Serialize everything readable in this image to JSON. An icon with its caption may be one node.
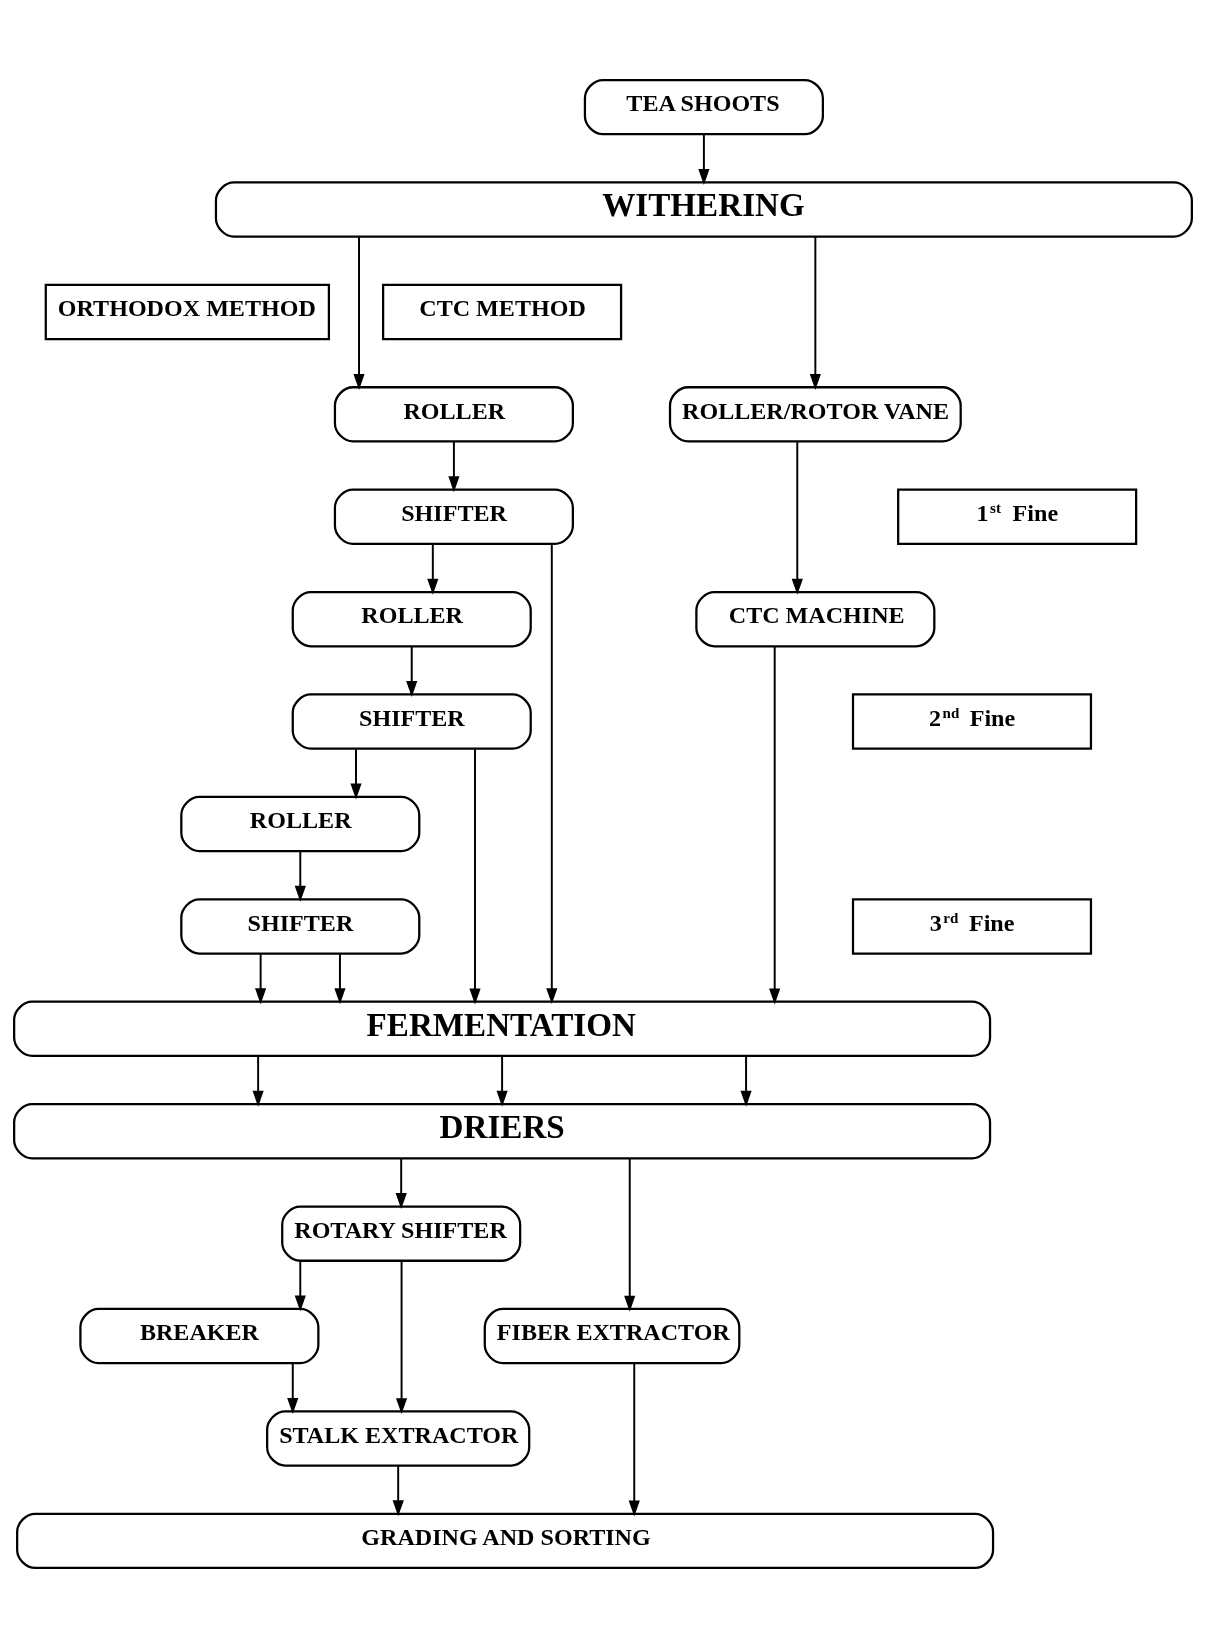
{
  "diagram": {
    "nodes": [
      {
        "text": [
          "TEA SHOOTS"
        ]
      },
      {
        "text": [
          "WITHERING"
        ]
      },
      {
        "text": [
          "ORTHODOX METHOD"
        ]
      },
      {
        "text": [
          "CTC METHOD"
        ]
      },
      {
        "text": [
          "ROLLER"
        ]
      },
      {
        "text": [
          "1$^{st}$ Fine"
        ]
      },
      {
        "text": [
          "SHIFTER"
        ]
      },
      {
        "text": [
          "ROLLER"
        ]
      },
      {
        "text": [
          "2$^{nd}$ Fine"
        ]
      },
      {
        "text": [
          "SHIFTER"
        ]
      },
      {
        "text": [
          "ROLLER"
        ]
      },
      {
        "text": [
          "3$^{rd}$ Fine"
        ]
      },
      {
        "text": [
          "SHIFTER"
        ]
      },
      {
        "text": [
          "ROLLER/ROTOR VANE"
        ]
      },
      {
        "text": [
          "CTC MACHINE"
        ]
      },
      {
        "text": [
          "FERMENTATION"
        ]
      },
      {
        "text": [
          "DRIERS"
        ]
      },
      {
        "text": [
          "ROTARY SHIFTER"
        ]
      },
      {
        "text": [
          "FIBER EXTRACTOR"
        ]
      },
      {
        "text": [
          "BREAKER"
        ]
      },
      {
        "text": [
          "STALK EXTRACTOR"
        ]
      },
      {
        "text": [
          "GRADING AND SORTING"
        ]
      }
    ],
    "edges": [
      {
        "from": 0,
        "to": 1,
        "arrow": "to"
      },
      {
        "from": 1,
        "to": 4,
        "arrow": "to"
      },
      {
        "from": 1,
        "to": 13,
        "arrow": "to"
      },
      {
        "from": 4,
        "to": 6,
        "arrow": "to"
      },
      {
        "from": 6,
        "to": 7,
        "arrow": "to"
      },
      {
        "from": 7,
        "to": 9,
        "arrow": "to"
      },
      {
        "from": 9,
        "to": 10,
        "arrow": "to"
      },
      {
        "from": 10,
        "to": 12,
        "arrow": "to"
      },
      {
        "from": 6,
        "to": 15,
        "arrow": "to"
      },
      {
        "from": 9,
        "to": 15,
        "arrow": "to"
      },
      {
        "from": 12,
        "to": 15,
        "arrow": "to"
      },
      {
        "from": 12,
        "to": 15,
        "arrow": "to"
      },
      {
        "from": 13,
        "to": 14,
        "arrow": "to"
      },
      {
        "from": 14,
        "to": 15,
        "arrow": "to"
      },
      {
        "from": 15,
        "to": 16,
        "arrow": "to"
      },
      {
        "from": 15,
        "to": 16,
        "arrow": "to"
      },
      {
        "from": 15,
        "to": 16,
        "arrow": "to"
      },
      {
        "from": 16,
        "to": 17,
        "arrow": "to"
      },
      {
        "from": 16,
        "to": 18,
        "arrow": "to"
      },
      {
        "from": 17,
        "to": 19,
        "arrow": "to"
      },
      {
        "from": 17,
        "to": 20,
        "arrow": "to"
      },
      {
        "from": 19,
        "to": 20,
        "arrow": "to"
      },
      {
        "from": 20,
        "to": 21,
        "arrow": "to"
      },
      {
        "from": 18,
        "to": 21,
        "arrow": "to"
      }
    ]
  }
}
